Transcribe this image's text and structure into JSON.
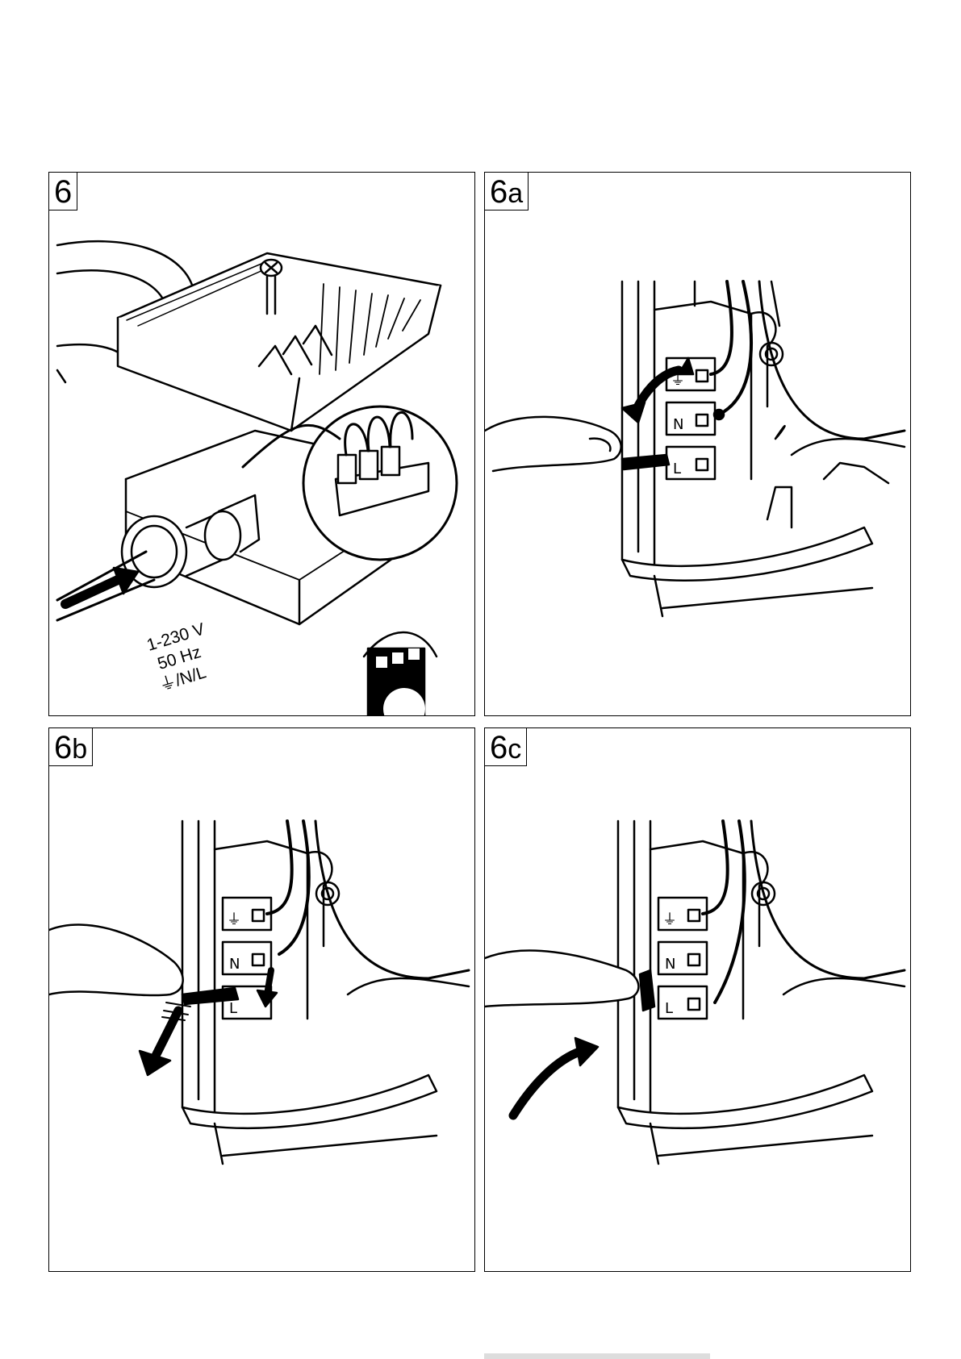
{
  "figures": [
    {
      "id": "6",
      "num": "6",
      "sub": ""
    },
    {
      "id": "6a",
      "num": "6",
      "sub": "a"
    },
    {
      "id": "6b",
      "num": "6",
      "sub": "b"
    },
    {
      "id": "6c",
      "num": "6",
      "sub": "c"
    }
  ],
  "supply": {
    "voltage": "1-230 V",
    "frequency": "50 Hz",
    "earth_symbol": "⏚",
    "conductors": "/N/L"
  },
  "terminal_labels": {
    "earth": "⏚",
    "neutral": "N",
    "live": "L"
  }
}
